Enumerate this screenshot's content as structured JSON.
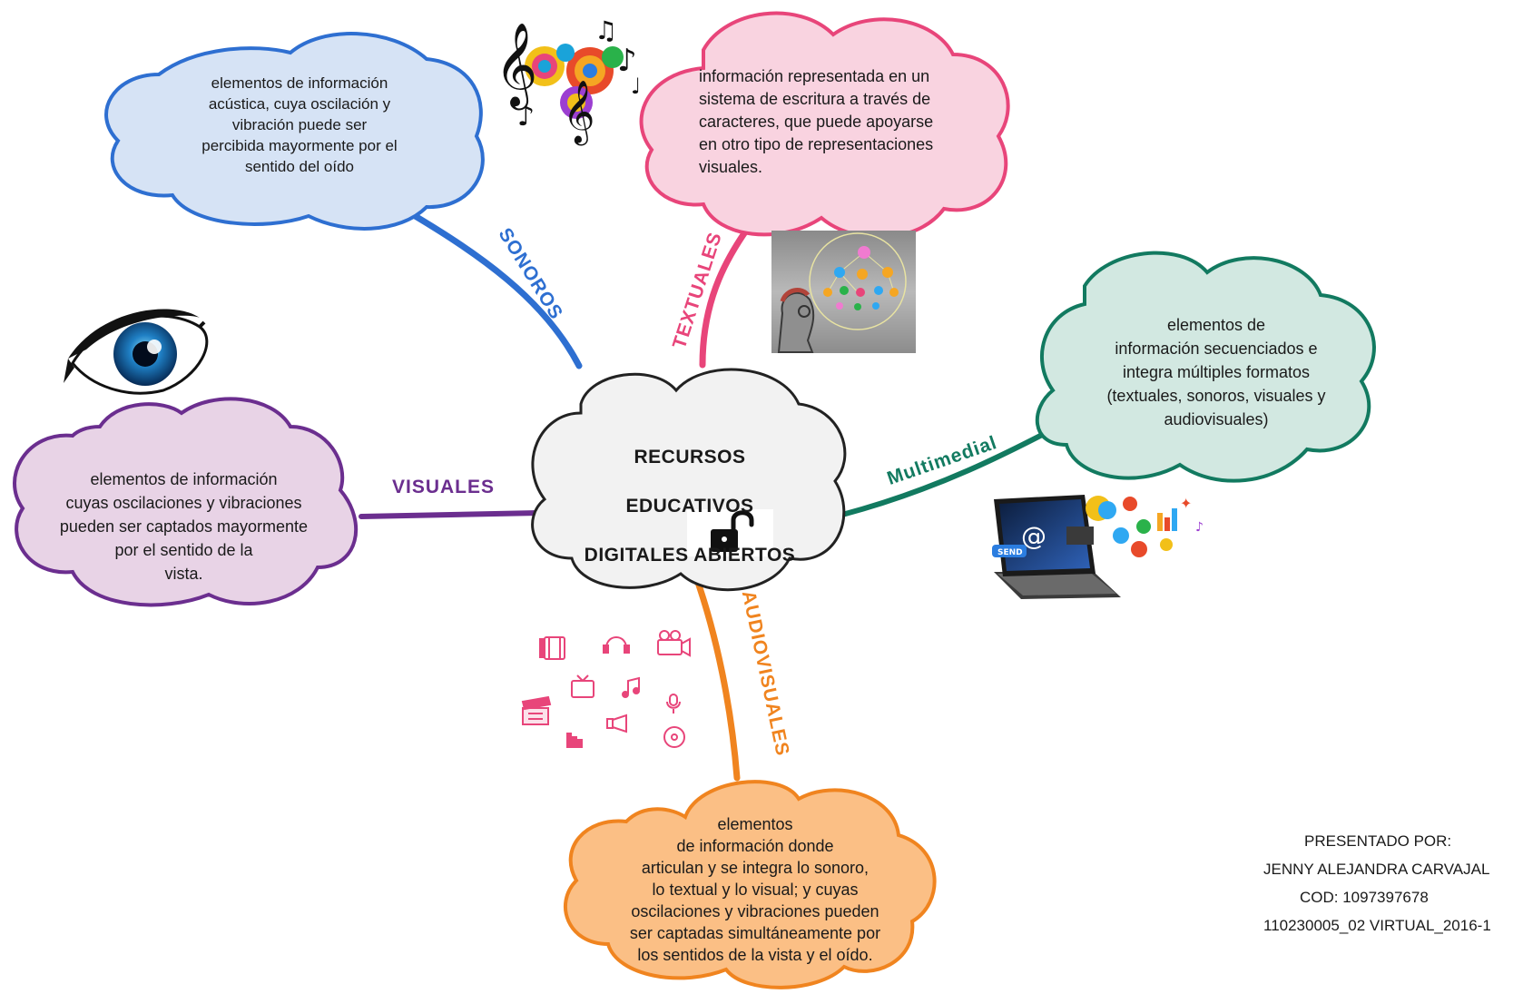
{
  "center": {
    "title_lines": [
      "RECURSOS",
      "EDUCATIVOS",
      "DIGITALES ABIERTOS"
    ]
  },
  "branches": [
    {
      "id": "sonoros",
      "label": "SONOROS",
      "color": "#2e6fd1",
      "text": "elementos  de información\nacústica, cuya oscilación y\nvibración puede ser\npercibida mayormente por el\nsentido del oído"
    },
    {
      "id": "textuales",
      "label": "TEXTUALES",
      "color": "#e8457a",
      "text": "información representada en un\nsistema de escritura a través de\ncaracteres, que puede apoyarse\nen otro tipo de representaciones\nvisuales."
    },
    {
      "id": "multimedial",
      "label": "Multimedial",
      "color": "#127a60",
      "text": "elementos de\ninformación secuenciados e\nintegra múltiples formatos\n(textuales, sonoros, visuales y\naudiovisuales)"
    },
    {
      "id": "visuales",
      "label": "VISUALES",
      "color": "#6b2e8f",
      "text": "elementos de información\ncuyas oscilaciones y vibraciones\npueden ser captados mayormente\npor el sentido de la\nvista."
    },
    {
      "id": "audiovisuales",
      "label": "AUDIOVISUALES",
      "color": "#f0841f",
      "text": "elementos\nde información donde\narticulan y se integra lo sonoro,\nlo textual y lo visual; y cuyas\noscilaciones y vibraciones pueden\nser captadas simultáneamente por\nlos sentidos de la vista y el oído."
    }
  ],
  "credits": {
    "presented_by": "PRESENTADO POR:",
    "name": "JENNY ALEJANDRA CARVAJAL",
    "code": "COD: 1097397678",
    "course": "110230005_02 VIRTUAL_2016-1"
  },
  "icons": [
    "music-notes-icon",
    "mind-map-thinker-icon",
    "eye-icon",
    "laptop-media-icon",
    "unlock-padlock-icon",
    "film-strip-icon",
    "headphones-icon",
    "video-camera-icon",
    "tv-icon",
    "music-note-icon",
    "microphone-icon",
    "clapperboard-icon",
    "megaphone-icon",
    "equalizer-icon",
    "cd-icon"
  ]
}
